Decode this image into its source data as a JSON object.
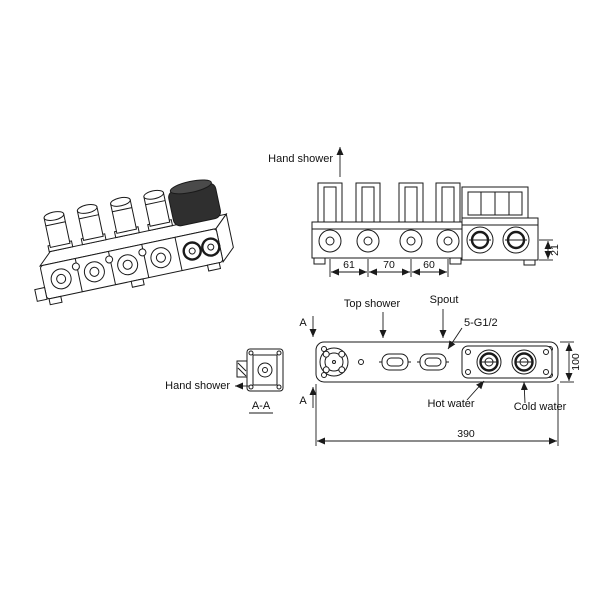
{
  "drawing": {
    "background": "#ffffff",
    "line_color": "#1a1a1a",
    "handle_fill": "#2f2f2f"
  },
  "labels": {
    "hand_shower_front": "Hand shower",
    "hand_shower_side": "Hand shower",
    "top_shower": "Top shower",
    "spout": "Spout",
    "thread_spec": "5-G1/2",
    "hot_water": "Hot water",
    "cold_water": "Cold water",
    "section_title": "A-A",
    "section_marker_top": "A",
    "section_marker_bottom": "A"
  },
  "dimensions": {
    "spacing_1": "61",
    "spacing_2": "70",
    "spacing_3": "60",
    "height_offset": "21",
    "total_length": "390",
    "body_width": "100"
  }
}
